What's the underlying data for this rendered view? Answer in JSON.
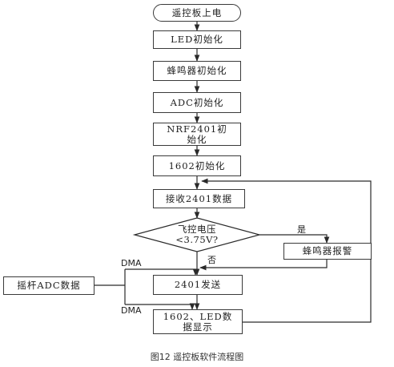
{
  "flowchart": {
    "start": "遥控板上电",
    "steps": {
      "led_init": "LED初始化",
      "buzzer_init": "蜂鸣器初始化",
      "adc_init": "ADC初始化",
      "nrf_init": "NRF2401初始化",
      "recv": "接收2401数据",
      "decision": "飞控电压<3.75V?",
      "alarm": "蜂鸣器报警",
      "send": "2401发送",
      "display": "1602、LED数据显示",
      "lcd_init": "1602初始化",
      "adc_input": "摇杆ADC数据"
    },
    "labels": {
      "yes": "是",
      "no": "否",
      "dma1": "DMA",
      "dma2": "DMA"
    }
  },
  "caption": "图12 遥控板软件流程图"
}
